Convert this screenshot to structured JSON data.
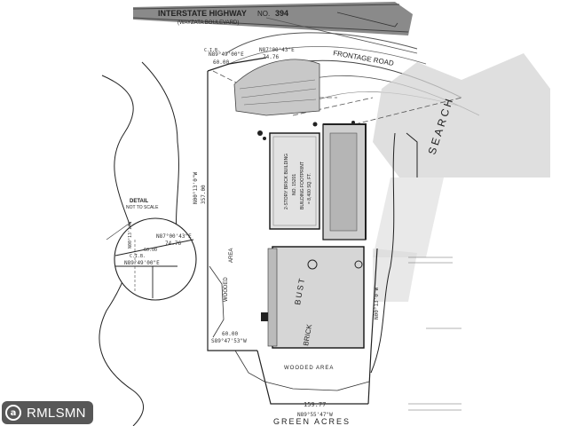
{
  "highway": {
    "name": "INTERSTATE HIGHWAY",
    "abbr": "NO.",
    "number": "394",
    "sub": "(WAYZATA BOULEVARD)"
  },
  "frontage_road": "FRONTAGE ROAD",
  "bearings": {
    "top_west": "N89°49'00\"E",
    "top_mid": "N87°00'43\"E",
    "top_dist": "74.76",
    "left_dist": "60.00",
    "left_line": "N00°13'0\"W",
    "left_total": "357.00",
    "bottom_left": "S89°47'53\"W",
    "bottom_left_dist": "60.00",
    "bottom_total": "159.77",
    "bottom_line": "N89°55'47\"W",
    "right_line": "N00°13'0\"W"
  },
  "detail": {
    "title": "DETAIL",
    "scale": "NOT TO SCALE",
    "bearing_top": "N87°00'43\"E",
    "dist_top": "74.76",
    "bearing_bottom": "N89°49'00\"E",
    "label_bottom": "C.I.B.",
    "dist_bottom": "60.00",
    "left_side": "N00°13'1\"W"
  },
  "labels": {
    "search": "SEARCH",
    "green_acres": "GREEN ACRES",
    "wooded_area": "WOODED AREA",
    "wooded_left": "WOODED",
    "area_left": "AREA",
    "bldg_top": "2-STORY BRICK BUILDING",
    "bldg_top_sub": "NO. 15201",
    "bldg_top_sub2": "BUILDING FOOTPRINT",
    "bldg_top_sub3": "= 8,400 SQ. FT.",
    "bldg_bottom_west": "BRICK",
    "bldg_bottom_mid": "BUST",
    "cib": "C.I.B."
  },
  "watermark": {
    "icon": "a-icon",
    "icon_glyph": "a",
    "text": "RMLSMN"
  }
}
